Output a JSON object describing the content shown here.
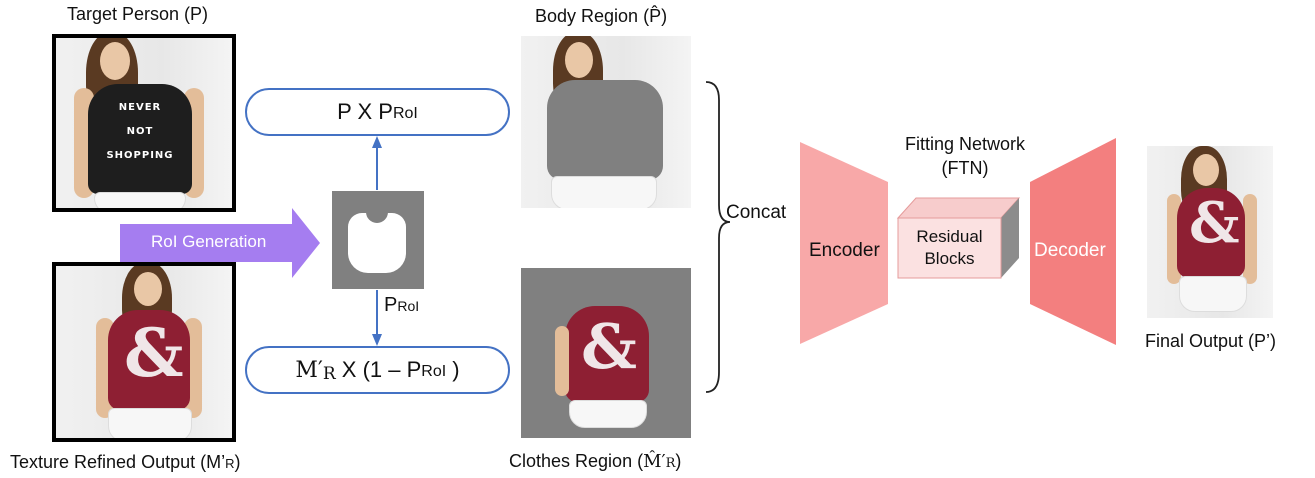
{
  "captions": {
    "target_person": "Target Person (P)",
    "texture_refined": "Texture Refined Output (M’",
    "texture_refined_sub": "R",
    "texture_refined_close": ")",
    "body_region": "Body Region (P̂)",
    "clothes_region_prefix": "Clothes Region (",
    "clothes_region_var": "M̂′",
    "clothes_region_sub": "R",
    "clothes_region_close": ")",
    "final_output": "Final Output (P’)",
    "fitting_network": "Fitting Network",
    "ftn": "(FTN)",
    "concat": "Concat"
  },
  "roi": {
    "arrow_label": "RoI Generation",
    "mask_label_main": "P",
    "mask_label_sub": "RoI"
  },
  "pills": {
    "top_main": "P X P",
    "top_sub": "RoI",
    "bottom_var": "M′",
    "bottom_var_sub": "R",
    "bottom_mid": " X (1 – P",
    "bottom_sub": "RoI",
    "bottom_close": " )"
  },
  "network": {
    "encoder": "Encoder",
    "residual_line1": "Residual",
    "residual_line2": "Blocks",
    "decoder": "Decoder"
  },
  "shirt_text": [
    "NEVER",
    "NOT",
    "SHOPPING"
  ],
  "colors": {
    "arrow_blue": "#4472c4",
    "roi_purple": "#a57df0",
    "encoder_pink": "#f8a8a8",
    "decoder_pink": "#f37f7f",
    "residual_fill": "#fbe1e1",
    "mask_gray": "#808080"
  }
}
